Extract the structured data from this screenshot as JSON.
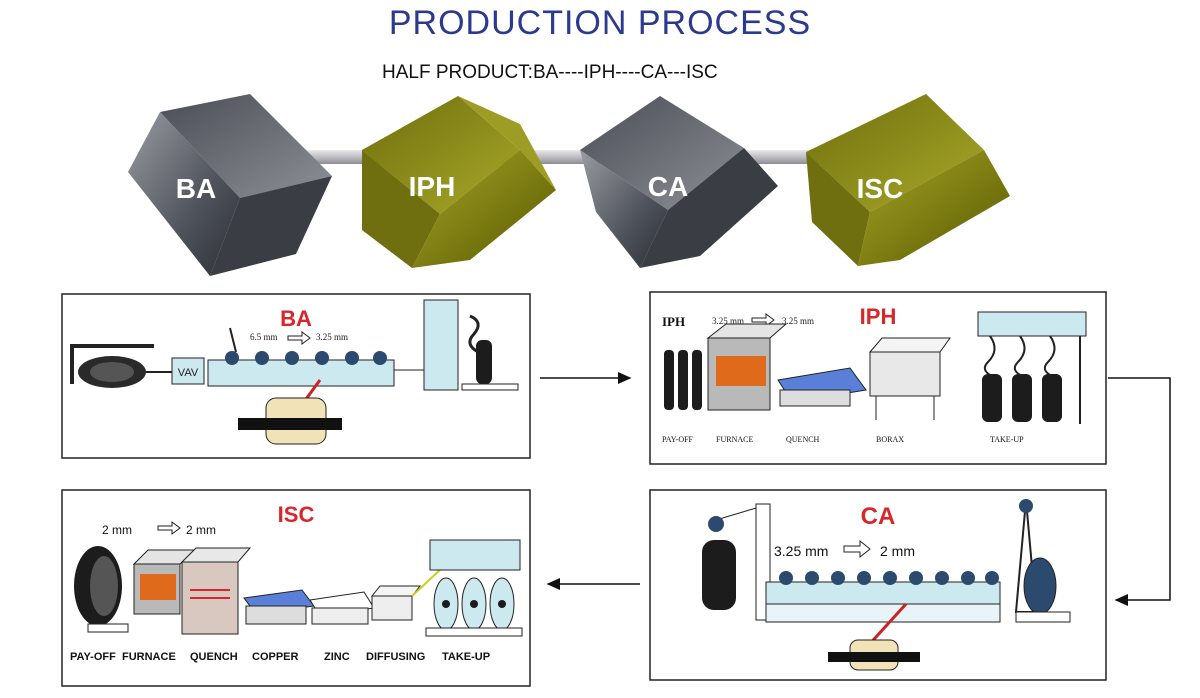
{
  "title": "PRODUCTION PROCESS",
  "subtitle": "HALF PRODUCT:BA----IPH----CA---ISC",
  "cubes": [
    {
      "label": "BA",
      "color": "#5f636b"
    },
    {
      "label": "IPH",
      "color": "#8a8a1a"
    },
    {
      "label": "CA",
      "color": "#5f636b"
    },
    {
      "label": "ISC",
      "color": "#8a8a1a"
    }
  ],
  "panels": {
    "ba": {
      "title": "BA",
      "size_from": "6.5 mm",
      "size_to": "3.25 mm"
    },
    "iph": {
      "title": "IPH",
      "prefix": "IPH",
      "size_from": "3.25 mm",
      "size_to": "3.25 mm",
      "stages": [
        "PAY-OFF",
        "FURNACE",
        "QUENCH",
        "BORAX",
        "TAKE-UP"
      ]
    },
    "ca": {
      "title": "CA",
      "size_from": "3.25 mm",
      "size_to": "2 mm"
    },
    "isc": {
      "title": "ISC",
      "size_from": "2 mm",
      "size_to": "2 mm",
      "stages": [
        "PAY-OFF",
        "FURNACE",
        "QUENCH",
        "COPPER",
        "ZINC",
        "DIFFUSING",
        "TAKE-UP"
      ]
    }
  },
  "colors": {
    "title_blue": "#2b3a8c",
    "panel_title_red": "#d8262b",
    "gray_cube": "#5f636b",
    "olive_cube": "#8a8a1a",
    "machine_blue": "#cde9f0",
    "dark_spool": "#1c1c1c"
  }
}
